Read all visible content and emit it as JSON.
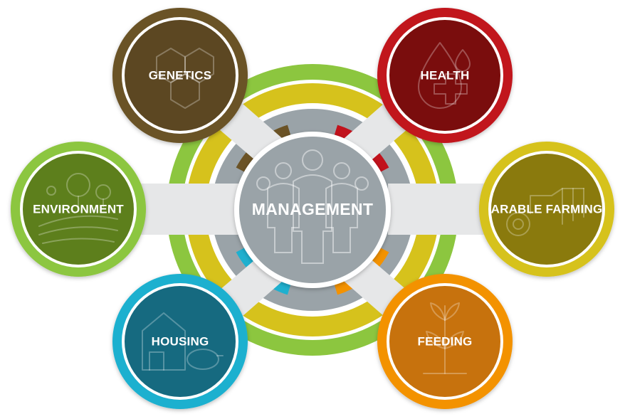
{
  "hub": {
    "label": "MANAGEMENT"
  },
  "nodes": {
    "genetics": {
      "label": "GENETICS",
      "color": "#5b4720"
    },
    "health": {
      "label": "HEALTH",
      "color": "#7a1108"
    },
    "environment": {
      "label": "ENVIRONMENT",
      "color": "#5d7f1d"
    },
    "arable_farming": {
      "label": "ARABLE FARMING",
      "color": "#8a7a0c"
    },
    "housing": {
      "label": "HOUSING",
      "color": "#166a80"
    },
    "feeding": {
      "label": "FEEDING",
      "color": "#c77208"
    }
  },
  "colors": {
    "outer_ring": "#8cc63f",
    "middle_ring": "#d6c21c",
    "hub_gray": "#9aa3a8",
    "connector": "#e6e7e8",
    "genetics_ring": "#6b5326",
    "health_ring": "#c1121c",
    "environment_ring": "#8cc63f",
    "arable_ring": "#d6c21c",
    "housing_ring": "#1eb0cf",
    "feeding_ring": "#f39200"
  }
}
